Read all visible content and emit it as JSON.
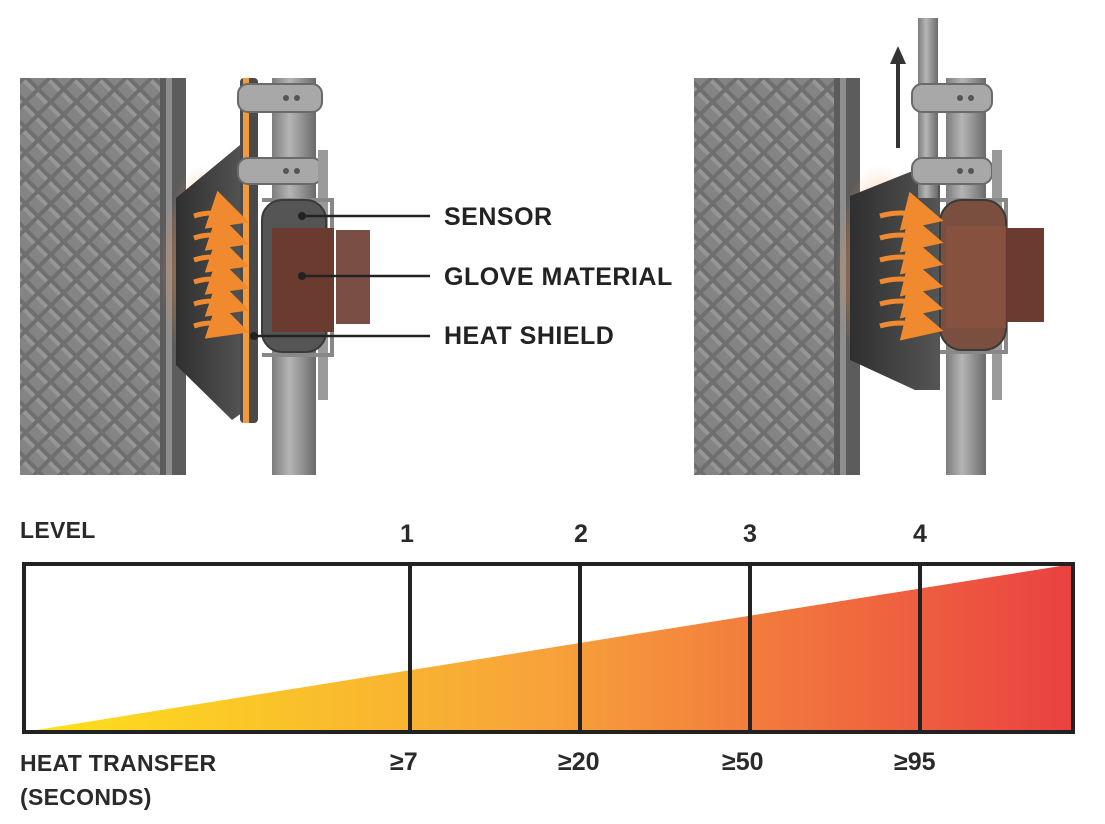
{
  "callouts": {
    "sensor": "SENSOR",
    "glove_material": "GLOVE MATERIAL",
    "heat_shield": "HEAT SHIELD"
  },
  "scale": {
    "level_title": "LEVEL",
    "heat_title_line1": "HEAT TRANSFER",
    "heat_title_line2": "(SECONDS)",
    "levels": [
      {
        "level": "1",
        "seconds": "≥7"
      },
      {
        "level": "2",
        "seconds": "≥20"
      },
      {
        "level": "3",
        "seconds": "≥50"
      },
      {
        "level": "4",
        "seconds": "≥95"
      }
    ],
    "gradient_colors": [
      "#fde21a",
      "#f7a23a",
      "#ea4141"
    ]
  },
  "colors": {
    "heat_arrow": "#f18a2e",
    "glove": "#6b3b30",
    "sensor": "#555555",
    "metal": "#9a9a9a",
    "plate": "#6e6e6e"
  }
}
